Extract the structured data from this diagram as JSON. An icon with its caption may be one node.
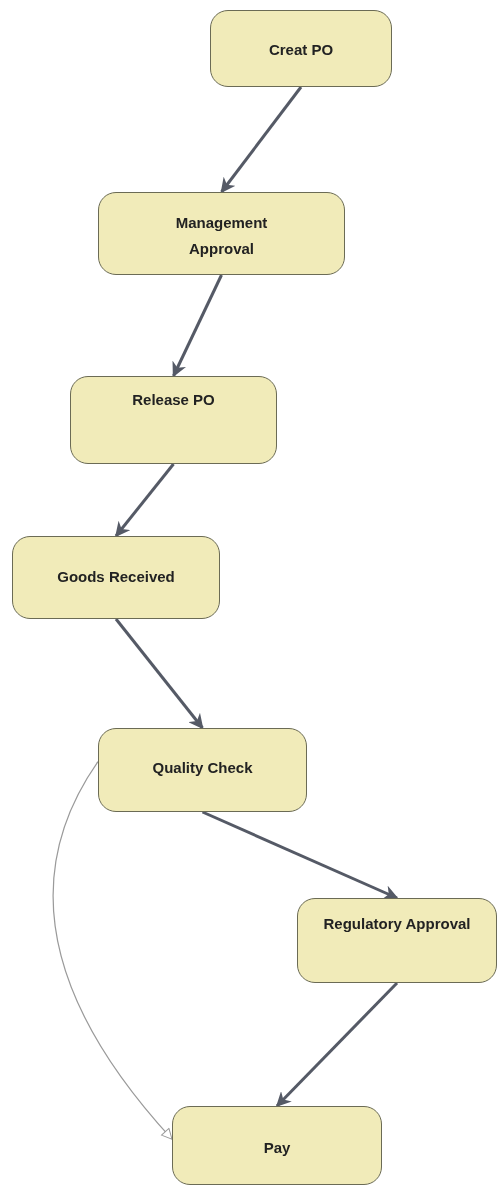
{
  "diagram": {
    "nodes": [
      {
        "text": [
          "Creat  PO"
        ]
      },
      {
        "text": [
          "Management Approval"
        ]
      },
      {
        "text": [
          "Release PO"
        ]
      },
      {
        "text": [
          "Goods Received"
        ]
      },
      {
        "text": [
          "Quality Check"
        ]
      },
      {
        "text": [
          "Regulatory Approval"
        ]
      },
      {
        "text": [
          "Pay"
        ]
      }
    ],
    "edges": [
      {
        "from": 0,
        "to": 1,
        "arrow": "to"
      },
      {
        "from": 1,
        "to": 2,
        "arrow": "to"
      },
      {
        "from": 2,
        "to": 3,
        "arrow": "to"
      },
      {
        "from": 3,
        "to": 4,
        "arrow": "to"
      },
      {
        "from": 4,
        "to": 5,
        "arrow": "to"
      },
      {
        "from": 5,
        "to": 6,
        "arrow": "to"
      },
      {
        "from": 4,
        "to": 6,
        "arrow": "to",
        "color": "#9a9a9a"
      }
    ]
  }
}
